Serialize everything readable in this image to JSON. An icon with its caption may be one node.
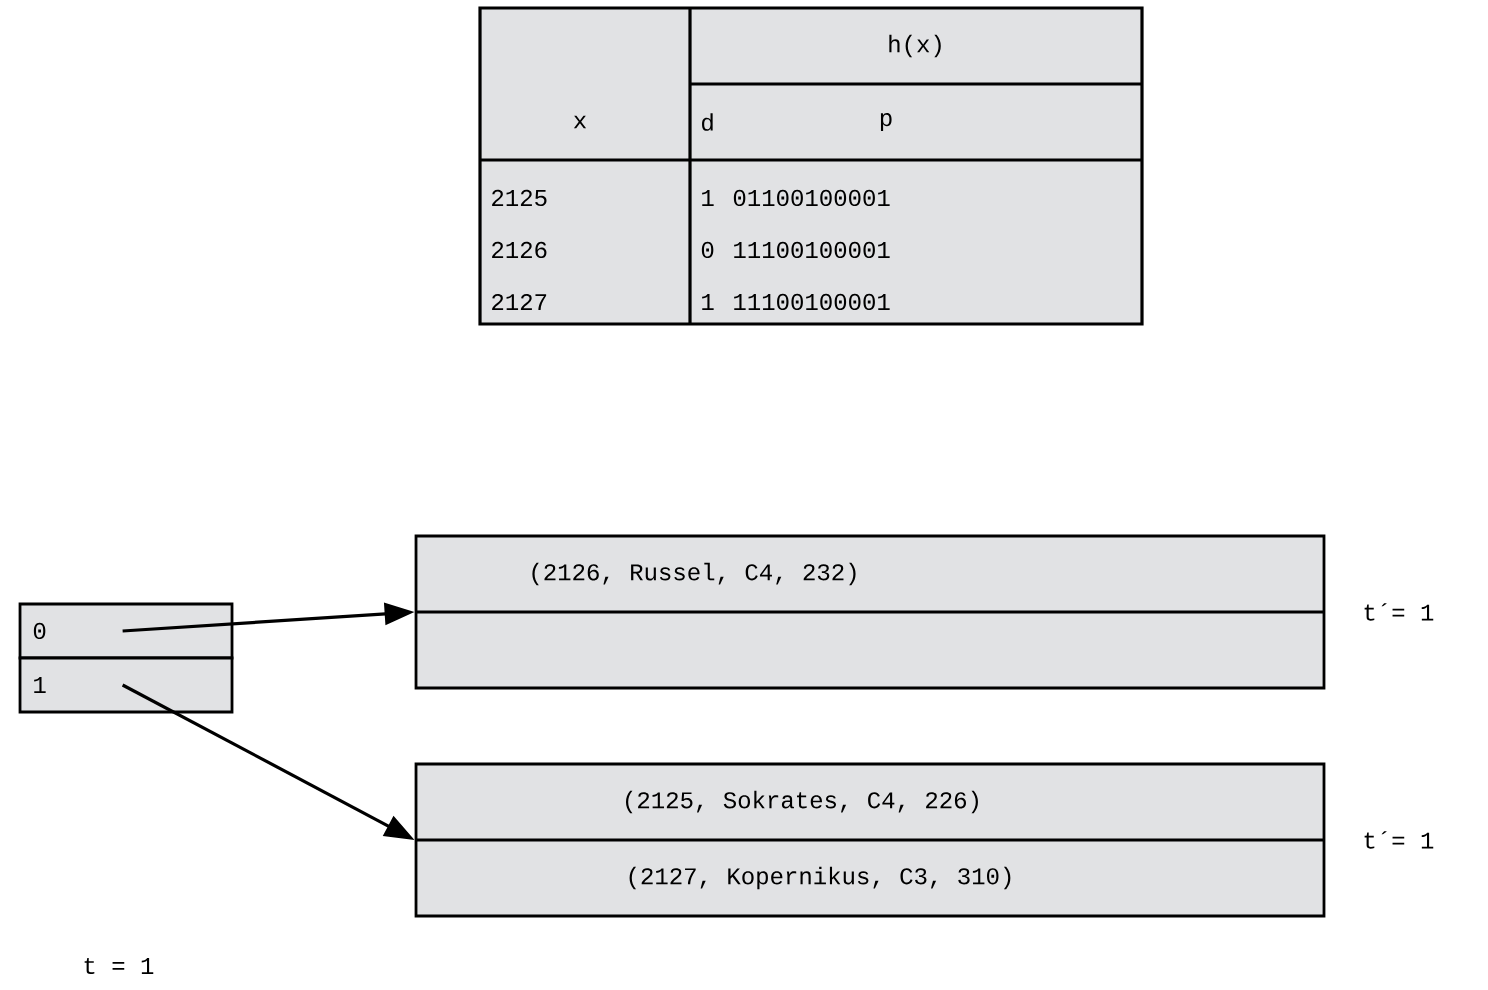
{
  "diagram": {
    "nodes": [
      {
        "text": [
          "0"
        ]
      },
      {
        "text": [
          "1"
        ]
      },
      {
        "text": [
          "(2126, Russel, C4, 232)"
        ],
        "beside": [
          "t´= 1"
        ]
      },
      {
        "text": [
          "(2125, Sokrates, C4, 226)",
          "(2127, Kopernikus, C3, 310)"
        ],
        "beside": [
          "t´= 1"
        ]
      }
    ],
    "edges": [
      {
        "from": 0,
        "to": 2,
        "arrow": "to"
      },
      {
        "from": 1,
        "to": 3,
        "arrow": "to"
      }
    ],
    "labels": [
      "h(x)",
      "x",
      "d",
      "p",
      "2125",
      "1",
      "01100100001",
      "2126",
      "0",
      "11100100001",
      "2127",
      "1",
      "11100100001",
      "t = 1"
    ]
  }
}
